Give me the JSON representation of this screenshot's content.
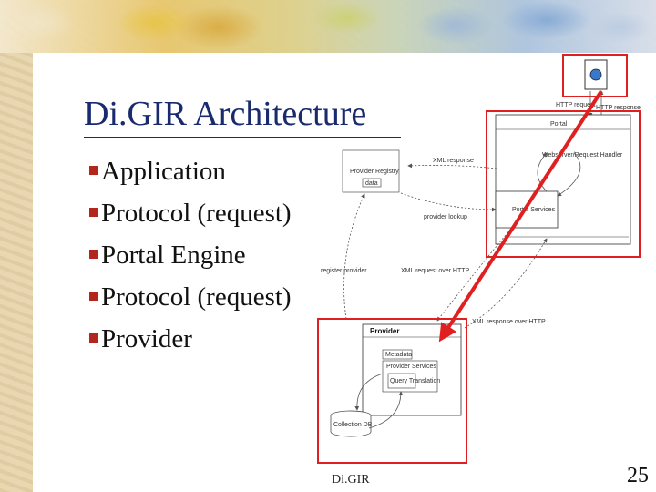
{
  "slide": {
    "title": "Di.GIR Architecture",
    "bullets": [
      "Application",
      "Protocol (request)",
      "Portal Engine",
      "Protocol (request)",
      "Provider"
    ],
    "footer": "Di.GIR",
    "page_number": "25"
  },
  "diagram": {
    "labels": {
      "http_request": "HTTP request",
      "http_response": "HTTP response",
      "portal": "Portal",
      "provider_registry": "Provider Registry",
      "data": "data",
      "xml_response": "XML response",
      "web_server": "Webserver/Request Handler",
      "portal_services": "Portal Services",
      "provider_lookup": "provider lookup",
      "register_provider": "register provider",
      "xml_request": "XML request over HTTP",
      "xml_response_over": "XML response over HTTP",
      "provider": "Provider",
      "metadata": "Metadata",
      "provider_services": "Provider Services",
      "query_translation": "Query Translation",
      "collection_db": "Collection DB"
    }
  },
  "colors": {
    "title": "#1a2a6e",
    "bullet_marker": "#b3261e",
    "highlight": "#e02020"
  }
}
